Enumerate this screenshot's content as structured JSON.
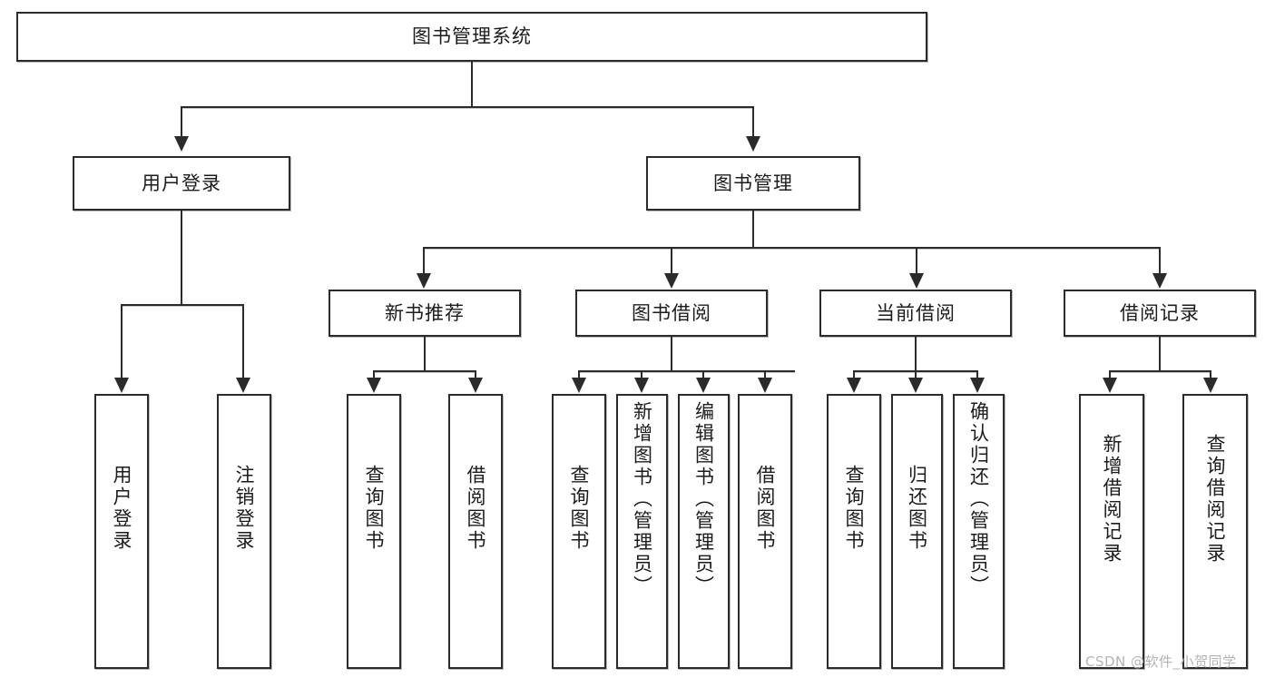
{
  "diagram": {
    "title": "图书管理系统",
    "type": "hierarchy-tree",
    "root": {
      "label": "图书管理系统"
    },
    "level1": [
      {
        "label": "用户登录"
      },
      {
        "label": "图书管理"
      }
    ],
    "level2": [
      {
        "label": "新书推荐"
      },
      {
        "label": "图书借阅"
      },
      {
        "label": "当前借阅"
      },
      {
        "label": "借阅记录"
      }
    ],
    "leaves": {
      "user_login": [
        {
          "label": "用户登录"
        },
        {
          "label": "注销登录"
        }
      ],
      "new_book_recommend": [
        {
          "label": "查询图书"
        },
        {
          "label": "借阅图书"
        }
      ],
      "book_borrow": [
        {
          "label": "查询图书"
        },
        {
          "label": "新增图书（管理员）"
        },
        {
          "label": "编辑图书（管理员）"
        },
        {
          "label": "借阅图书"
        }
      ],
      "current_borrow": [
        {
          "label": "查询图书"
        },
        {
          "label": "归还图书"
        },
        {
          "label": "确认归还（管理员）"
        }
      ],
      "borrow_record": [
        {
          "label": "新增借阅记录"
        },
        {
          "label": "查询借阅记录"
        }
      ]
    }
  },
  "watermark": {
    "text": "CSDN @软件_小贺同学"
  },
  "colors": {
    "border": "#2b2b2b",
    "background": "#ffffff",
    "text": "#1c1c1c",
    "watermark": "#b4b4b4"
  }
}
